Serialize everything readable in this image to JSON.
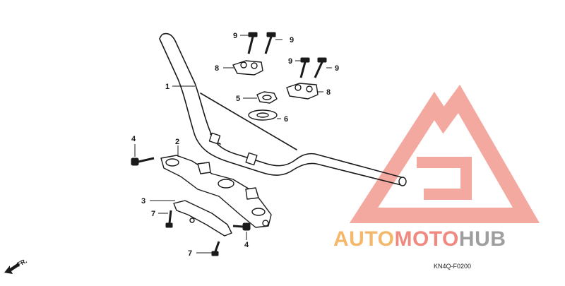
{
  "diagram": {
    "callouts": [
      {
        "id": "c9a",
        "label": "9"
      },
      {
        "id": "c9b",
        "label": "9"
      },
      {
        "id": "c9c",
        "label": "9"
      },
      {
        "id": "c9d",
        "label": "9"
      },
      {
        "id": "c8a",
        "label": "8"
      },
      {
        "id": "c8b",
        "label": "8"
      },
      {
        "id": "c1",
        "label": "1"
      },
      {
        "id": "c5",
        "label": "5"
      },
      {
        "id": "c6",
        "label": "6"
      },
      {
        "id": "c4a",
        "label": "4"
      },
      {
        "id": "c4b",
        "label": "4"
      },
      {
        "id": "c2",
        "label": "2"
      },
      {
        "id": "c3",
        "label": "3"
      },
      {
        "id": "c7a",
        "label": "7"
      },
      {
        "id": "c7b",
        "label": "7"
      }
    ],
    "direction_label": "FR.",
    "diagram_code": "KN4Q-F0200"
  },
  "watermark": {
    "brand_part1": "AUTO",
    "brand_part2": "MOTO",
    "brand_part3": "HUB",
    "color_orange": "#f5b86a",
    "color_red": "#f08a80",
    "color_gray": "#9e9e9e"
  }
}
